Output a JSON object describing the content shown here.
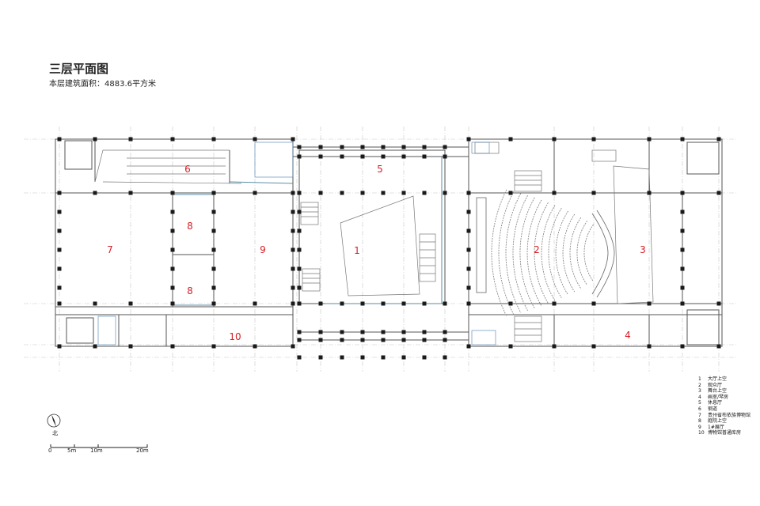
{
  "title": "三层平面图",
  "subtitle": "本层建筑面积：4883.6平方米",
  "room_labels": [
    {
      "id": "1",
      "text": "1"
    },
    {
      "id": "2",
      "text": "2"
    },
    {
      "id": "3",
      "text": "3"
    },
    {
      "id": "4",
      "text": "4"
    },
    {
      "id": "5",
      "text": "5"
    },
    {
      "id": "6",
      "text": "6"
    },
    {
      "id": "7",
      "text": "7"
    },
    {
      "id": "8a",
      "text": "8"
    },
    {
      "id": "8b",
      "text": "8"
    },
    {
      "id": "9",
      "text": "9"
    },
    {
      "id": "10",
      "text": "10"
    }
  ],
  "legend": [
    {
      "num": "1",
      "label": "大厅上空"
    },
    {
      "num": "2",
      "label": "观众厅"
    },
    {
      "num": "3",
      "label": "舞台上空"
    },
    {
      "num": "4",
      "label": "画室/琴房"
    },
    {
      "num": "5",
      "label": "休息厅"
    },
    {
      "num": "6",
      "label": "钢道"
    },
    {
      "num": "7",
      "label": "贵州省布依族博物馆"
    },
    {
      "num": "8",
      "label": "庭院上空"
    },
    {
      "num": "9",
      "label": "1#展厅"
    },
    {
      "num": "10",
      "label": "博物馆普通库房"
    }
  ],
  "north": {
    "label": "北"
  },
  "scale_bar": {
    "labels": [
      "0",
      "5m",
      "10m",
      "20m"
    ]
  },
  "colors": {
    "room_label": "#d61f26",
    "wall": "#444444",
    "grid": "#bbbbbb",
    "column": "#1a1a1a",
    "glass": "#5a8fa8",
    "seat": "#888888"
  }
}
